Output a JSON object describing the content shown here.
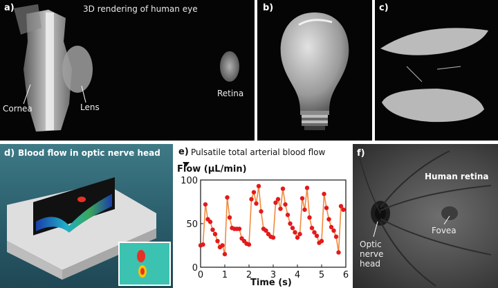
{
  "panel_a": {
    "label": "a)",
    "title": "3D rendering of human eye",
    "labels": {
      "cornea": "Cornea",
      "lens": "Lens",
      "retina": "Retina"
    }
  },
  "panel_b": {
    "label": "b)"
  },
  "panel_c": {
    "label": "c)"
  },
  "panel_d": {
    "label": "d)",
    "title": "Blood flow in optic nerve head"
  },
  "panel_e": {
    "label": "e)",
    "title": "Pulsatile total arterial blood flow",
    "ylabel": "Flow (µL/min)",
    "xlabel": "Time (s)"
  },
  "panel_f": {
    "label": "f)",
    "title": "Human retina",
    "labels": {
      "fovea": "Fovea",
      "onh_1": "Optic",
      "onh_2": "nerve",
      "onh_3": "head"
    }
  },
  "colors": {
    "series": "#f08a3c",
    "marker": "#e31a1c"
  },
  "chart_data": {
    "type": "line",
    "title": "Pulsatile total arterial blood flow",
    "xlabel": "Time (s)",
    "ylabel": "Flow (µL/min)",
    "xlim": [
      0,
      6
    ],
    "ylim": [
      0,
      100
    ],
    "xticks": [
      0,
      1,
      2,
      3,
      4,
      5,
      6
    ],
    "yticks": [
      0,
      50,
      100
    ],
    "series": [
      {
        "x": [
          0.0,
          0.1,
          0.2,
          0.3,
          0.4,
          0.5,
          0.6,
          0.7,
          0.8,
          0.9,
          1.0,
          1.1,
          1.2,
          1.3,
          1.4,
          1.5,
          1.6,
          1.7,
          1.8,
          1.9,
          2.0,
          2.1,
          2.2,
          2.3,
          2.4,
          2.5,
          2.6,
          2.7,
          2.8,
          2.9,
          3.0,
          3.1,
          3.2,
          3.3,
          3.4,
          3.5,
          3.6,
          3.7,
          3.8,
          3.9,
          4.0,
          4.1,
          4.2,
          4.3,
          4.4,
          4.5,
          4.6,
          4.7,
          4.8,
          4.9,
          5.0,
          5.1,
          5.2,
          5.3,
          5.4,
          5.5,
          5.6,
          5.7,
          5.8,
          5.9
        ],
        "y": [
          25,
          26,
          72,
          55,
          52,
          43,
          38,
          30,
          23,
          25,
          15,
          80,
          57,
          45,
          44,
          44,
          44,
          33,
          30,
          27,
          26,
          78,
          86,
          73,
          93,
          64,
          44,
          42,
          38,
          35,
          34,
          74,
          78,
          67,
          90,
          72,
          60,
          50,
          45,
          40,
          34,
          38,
          79,
          66,
          91,
          57,
          45,
          40,
          36,
          28,
          30,
          84,
          68,
          55,
          46,
          42,
          35,
          17,
          70,
          66
        ]
      }
    ]
  }
}
